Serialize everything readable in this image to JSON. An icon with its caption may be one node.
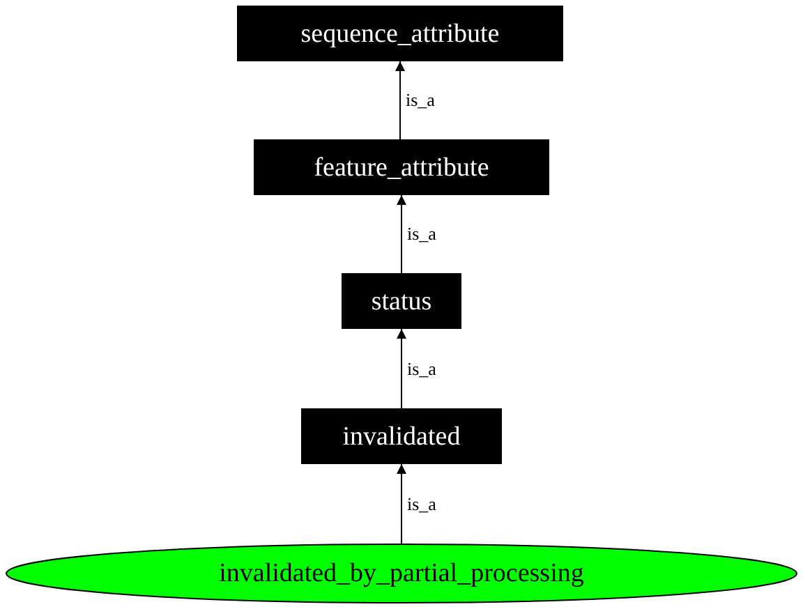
{
  "diagram": {
    "nodes": [
      {
        "text": [
          "sequence_attribute"
        ]
      },
      {
        "text": [
          "feature_attribute"
        ]
      },
      {
        "text": [
          "status"
        ]
      },
      {
        "text": [
          "invalidated"
        ]
      },
      {
        "text": [
          "invalidated_by_partial_processing"
        ]
      }
    ],
    "edges": [
      {
        "from": 1,
        "to": 0,
        "arrow": "to",
        "label": "is_a"
      },
      {
        "from": 2,
        "to": 1,
        "arrow": "to",
        "label": "is_a"
      },
      {
        "from": 3,
        "to": 2,
        "arrow": "to",
        "label": "is_a"
      },
      {
        "from": 4,
        "to": 3,
        "arrow": "to",
        "label": "is_a"
      }
    ]
  }
}
